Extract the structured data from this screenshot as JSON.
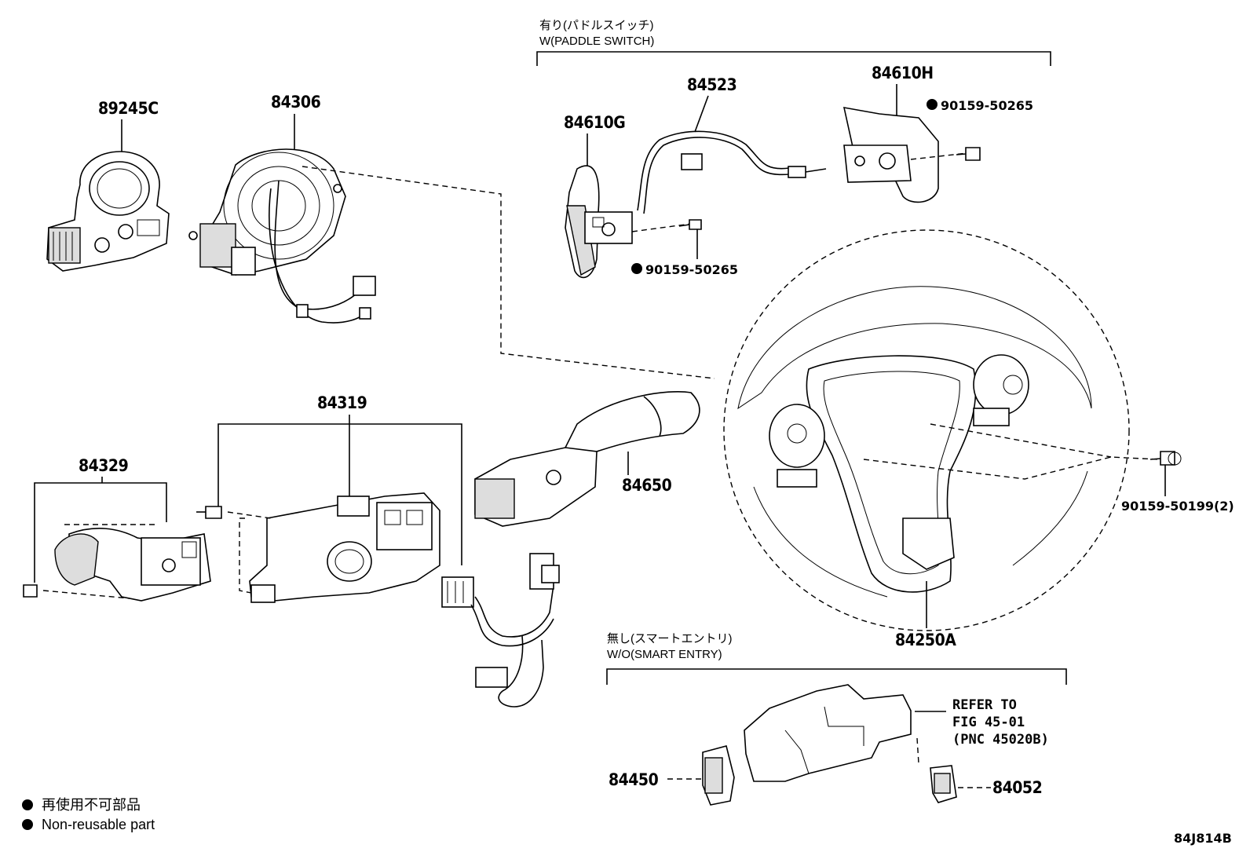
{
  "parts": {
    "p89245C": "89245C",
    "p84306": "84306",
    "p84523": "84523",
    "p84610H": "84610H",
    "p84610G": "84610G",
    "p90159_50265_top": "90159-50265",
    "p90159_50265_mid": "90159-50265",
    "p84319": "84319",
    "p84329": "84329",
    "p84650": "84650",
    "p90159_50199": "90159-50199(2)",
    "p84250A": "84250A",
    "p84450": "84450",
    "p84052": "84052"
  },
  "groups": {
    "paddle_jp": "有り(パドルスイッチ)",
    "paddle_en": "W(PADDLE SWITCH)",
    "smart_jp": "無し(スマートエントリ)",
    "smart_en": "W/O(SMART ENTRY)"
  },
  "refer": {
    "line1": "REFER TO",
    "line2": "FIG 45-01",
    "line3": "(PNC 45020B)"
  },
  "legend": {
    "jp": "再使用不可部品",
    "en": "Non-reusable part"
  },
  "figure_id": "84J814B"
}
